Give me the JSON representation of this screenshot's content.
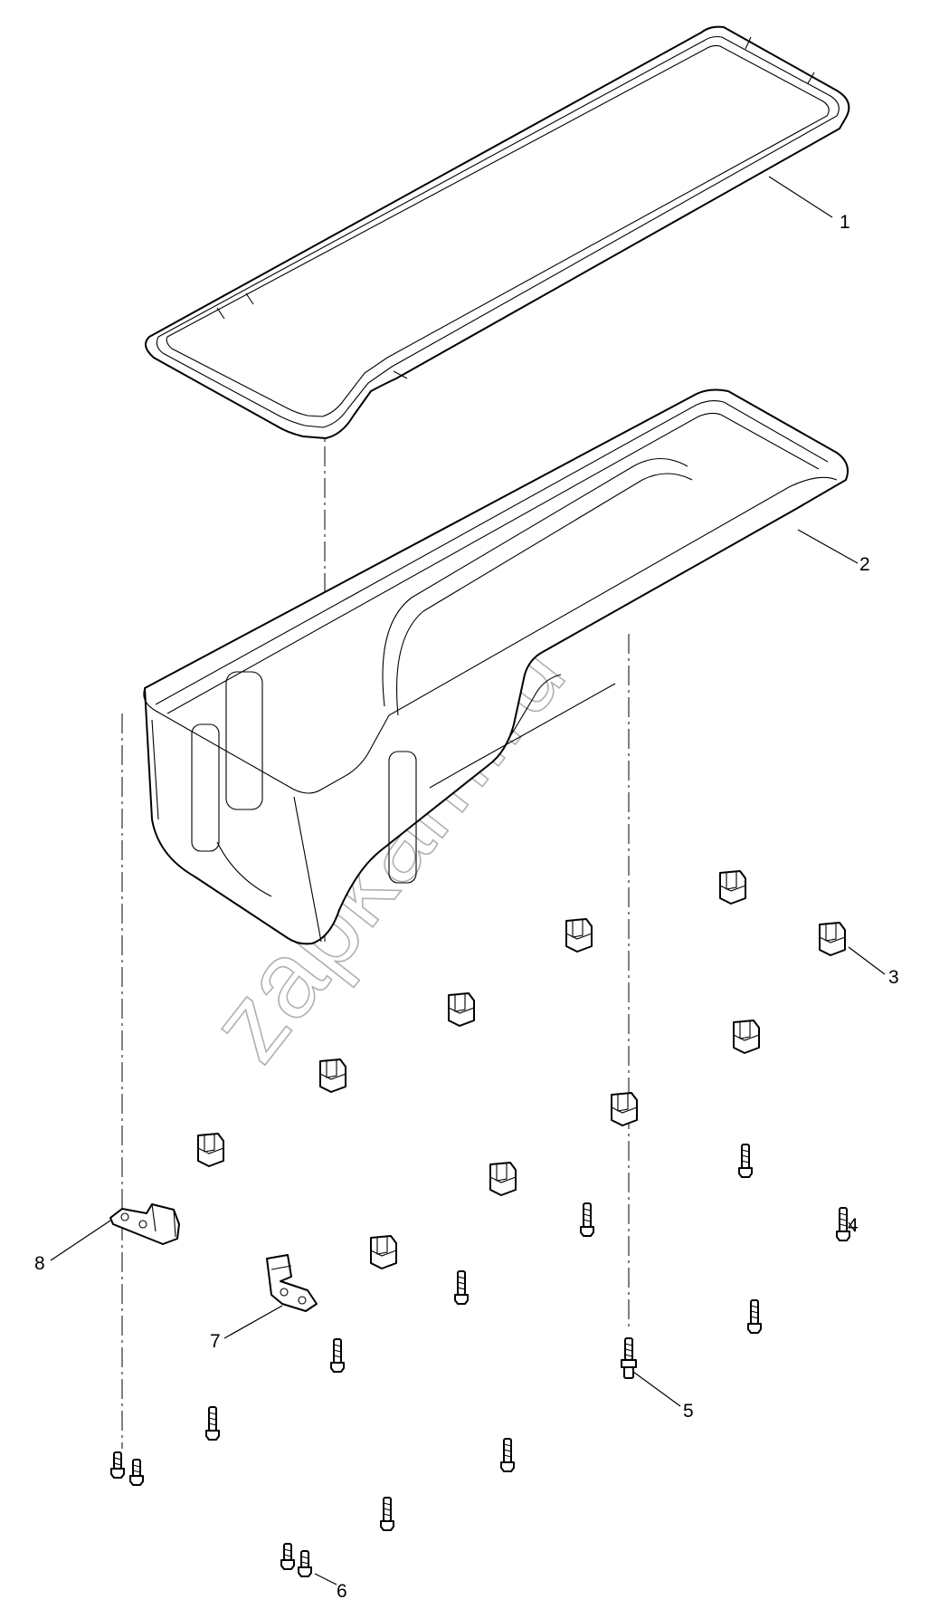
{
  "watermark": "zapkam.ru",
  "callouts": [
    "1",
    "2",
    "3",
    "4",
    "5",
    "6",
    "7",
    "8"
  ]
}
